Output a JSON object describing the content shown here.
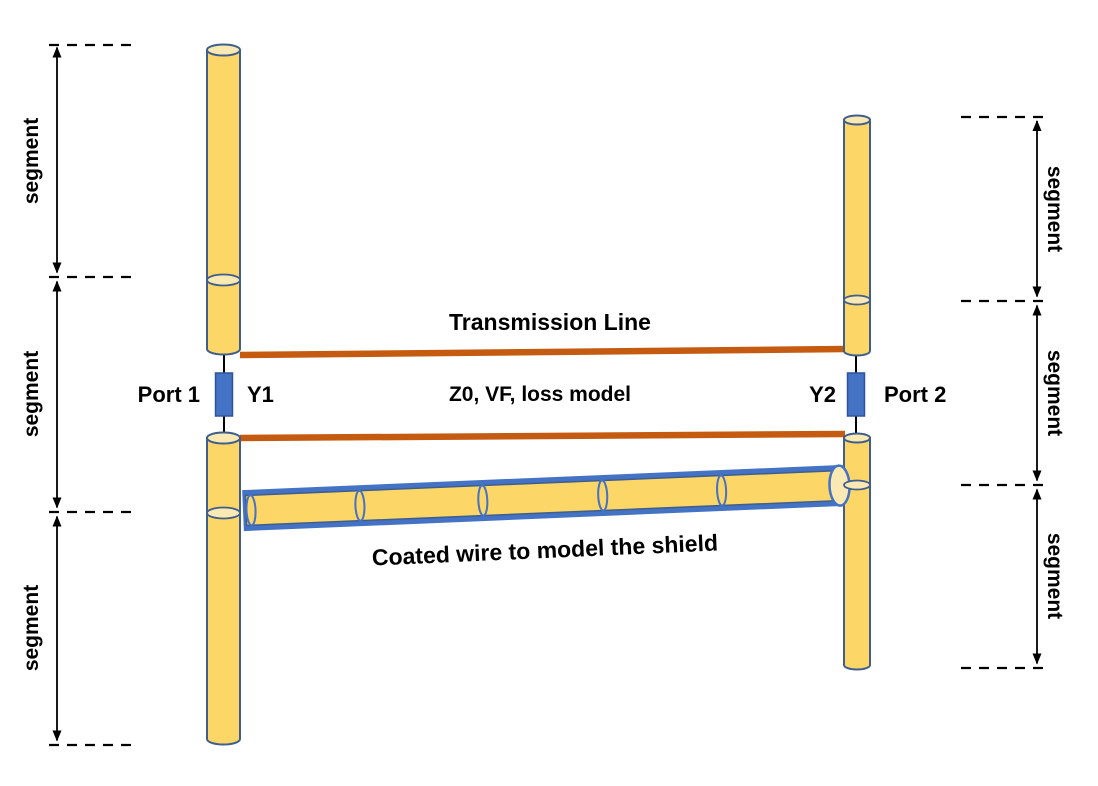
{
  "labels": {
    "transmission_line": "Transmission Line",
    "line_params": "Z0, VF, loss model",
    "coated_wire": "Coated wire to model the shield",
    "port1": "Port 1",
    "port2": "Port 2",
    "y1": "Y1",
    "y2": "Y2"
  },
  "segment_markers": {
    "left": [
      {
        "label": "segment"
      },
      {
        "label": "segment"
      },
      {
        "label": "segment"
      }
    ],
    "right": [
      {
        "label": "segment"
      },
      {
        "label": "segment"
      },
      {
        "label": "segment"
      }
    ]
  },
  "colors": {
    "wire_fill": "#FCD667",
    "wire_fill_light": "#FBE9B4",
    "wire_outline": "#3F5E8C",
    "coating_blue": "#4472C4",
    "port_blue": "#4472C4",
    "port_border": "#2F5597",
    "transmission_orange": "#C55A11",
    "ink": "#000000"
  }
}
